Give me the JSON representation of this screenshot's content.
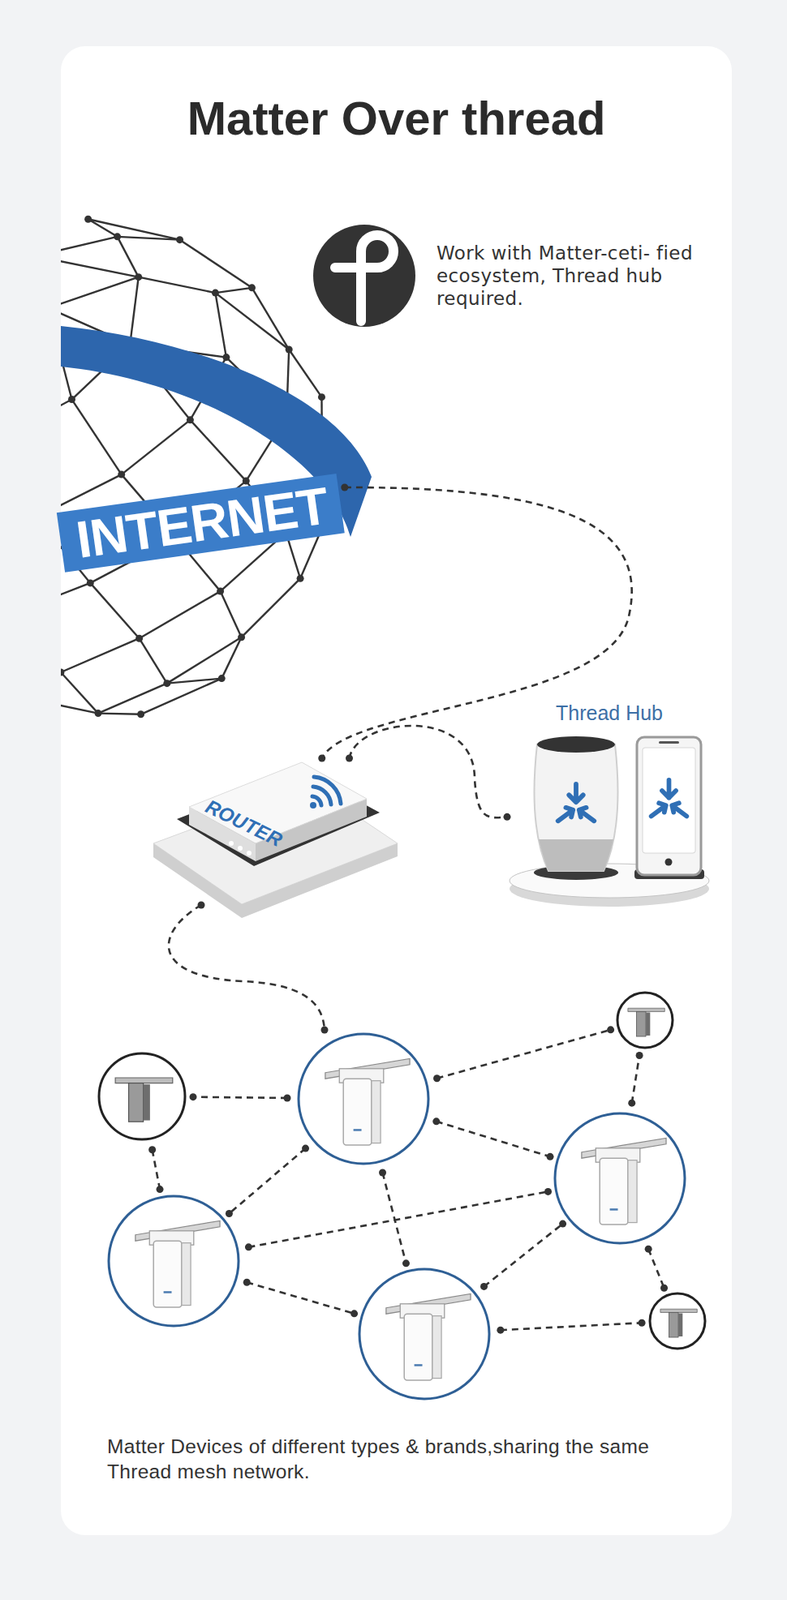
{
  "diagram": {
    "title": "Matter Over thread",
    "caption": "Matter Devices of different types & brands,sharing the same Thread mesh network.",
    "nodes": [
      {
        "text": [
          "INTERNET"
        ]
      },
      {
        "text": [
          "Thread Hub"
        ]
      },
      {
        "text": [
          "ROUTER"
        ]
      }
    ],
    "edges": [
      {
        "from": 0,
        "to": 2,
        "arrow": "none"
      },
      {
        "from": 2,
        "to": 1,
        "arrow": "none"
      }
    ],
    "labels": [
      "Work with Matter-ceti- fied ecosystem, Thread hub required."
    ]
  }
}
